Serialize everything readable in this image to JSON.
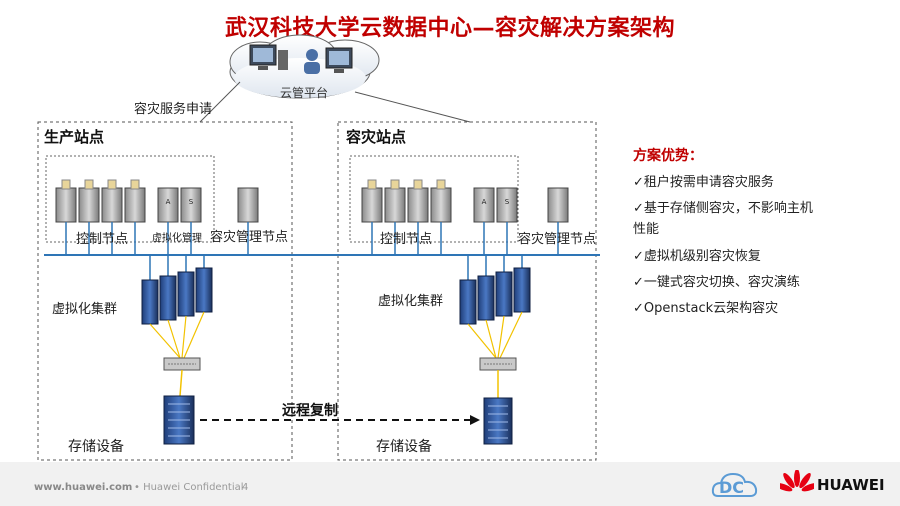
{
  "title": "武汉科技大学云数据中心—容灾解决方案架构",
  "cloud_label": "云管平台",
  "dr_request_label": "容灾服务申请",
  "production_site": {
    "title": "生产站点",
    "control_nodes": "控制节点",
    "virt_mgmt": "虚拟化管理",
    "dr_mgmt_node": "容灾管理节点",
    "cluster": "虚拟化集群",
    "storage": "存储设备"
  },
  "dr_site": {
    "title": "容灾站点",
    "control_nodes": "控制节点",
    "dr_mgmt_node": "容灾管理节点",
    "cluster": "虚拟化集群",
    "storage": "存储设备"
  },
  "remote_replication": "远程复制",
  "advantages": {
    "title": "方案优势：",
    "items": [
      "✓租户按需申请容灾服务",
      "✓基于存储侧容灾，不影响主机",
      "性能",
      "✓虚拟机级别容灾恢复",
      "✓一键式容灾切换、容灾演练",
      "✓Openstack云架构容灾"
    ]
  },
  "footer": {
    "url": "www.huawei.com",
    "confidential": "• Huawei Confidential",
    "page": "4",
    "dc_logo": "DC",
    "brand": "HUAWEI"
  },
  "colors": {
    "title": "#c00000",
    "network_line": "#2e75b6",
    "dashed_border": "#555555",
    "cluster_link": "#f2c200"
  }
}
